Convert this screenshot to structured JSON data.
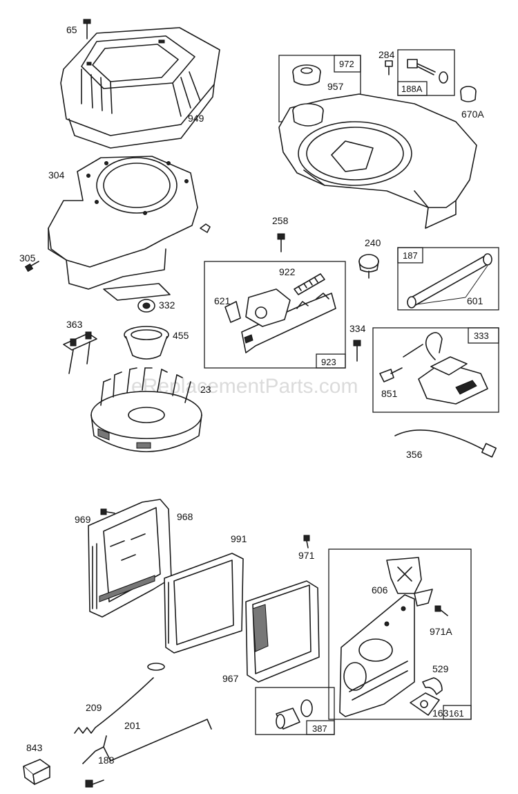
{
  "watermark": "eReplacementParts.com",
  "labels": {
    "l65": "65",
    "l949": "949",
    "l304": "304",
    "l305": "305",
    "l332": "332",
    "l363": "363",
    "l455": "455",
    "l23": "23",
    "l972": "972",
    "l957": "957",
    "l284": "284",
    "l188A": "188A",
    "l670A": "670A",
    "l258": "258",
    "l240": "240",
    "l187": "187",
    "l601": "601",
    "l922": "922",
    "l621": "621",
    "l923": "923",
    "l334": "334",
    "l333": "333",
    "l851": "851",
    "l356": "356",
    "l969": "969",
    "l968": "968",
    "l991": "991",
    "l971": "971",
    "l606": "606",
    "l971A": "971A",
    "l967": "967",
    "l529": "529",
    "l163": "163",
    "l387": "387",
    "l161": "161",
    "l209": "209",
    "l201": "201",
    "l843": "843",
    "l188": "188"
  }
}
